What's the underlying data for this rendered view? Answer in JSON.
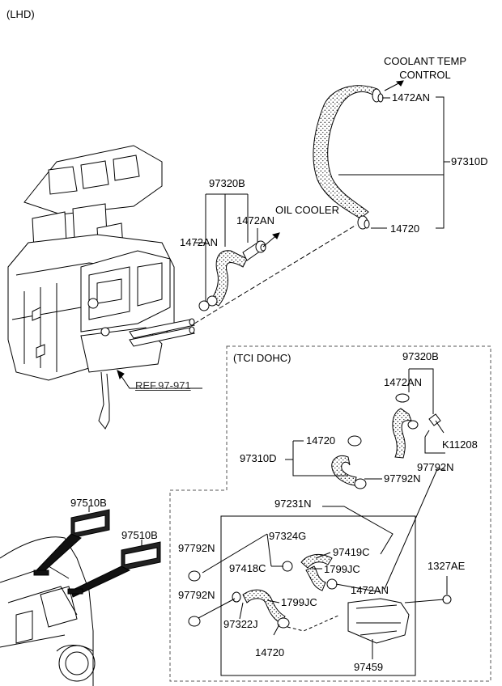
{
  "header": {
    "variant": "(LHD)"
  },
  "destinations": {
    "coolant_temp_line1": "COOLANT TEMP",
    "coolant_temp_line2": "CONTROL",
    "oil_cooler": "OIL COOLER"
  },
  "reference": {
    "text": "REF.97-971"
  },
  "inset": {
    "title": "(TCI DOHC)"
  },
  "parts": {
    "p97310D_main": "97310D",
    "p1472AN_top": "1472AN",
    "p14720_top": "14720",
    "p97320B_main": "97320B",
    "p1472AN_left": "1472AN",
    "p1472AN_mid": "1472AN",
    "p97320B_tci": "97320B",
    "p1472AN_tci": "1472AN",
    "pK11208": "K11208",
    "p97792N_right": "97792N",
    "p14720_tci": "14720",
    "p97310D_tci": "97310D",
    "p97792N_mid": "97792N",
    "p97231N": "97231N",
    "p97324G": "97324G",
    "p97419C": "97419C",
    "p97418C": "97418C",
    "p1799JC_a": "1799JC",
    "p1799JC_b": "1799JC",
    "p97792N_left1": "97792N",
    "p97792N_left2": "97792N",
    "p1472AN_low": "1472AN",
    "p97322J": "97322J",
    "p14720_low": "14720",
    "p97459": "97459",
    "p1327AE": "1327AE",
    "p97510B_a": "97510B",
    "p97510B_b": "97510B"
  },
  "colors": {
    "line": "#000000",
    "hose_fill": "#ffffff",
    "hose_dots": "#222222",
    "dashed": "#555555"
  },
  "icons": [
    "heater-unit-drawing",
    "hose-drawing",
    "clamp-drawing",
    "vehicle-rear-drawing",
    "emblem-drawing"
  ]
}
